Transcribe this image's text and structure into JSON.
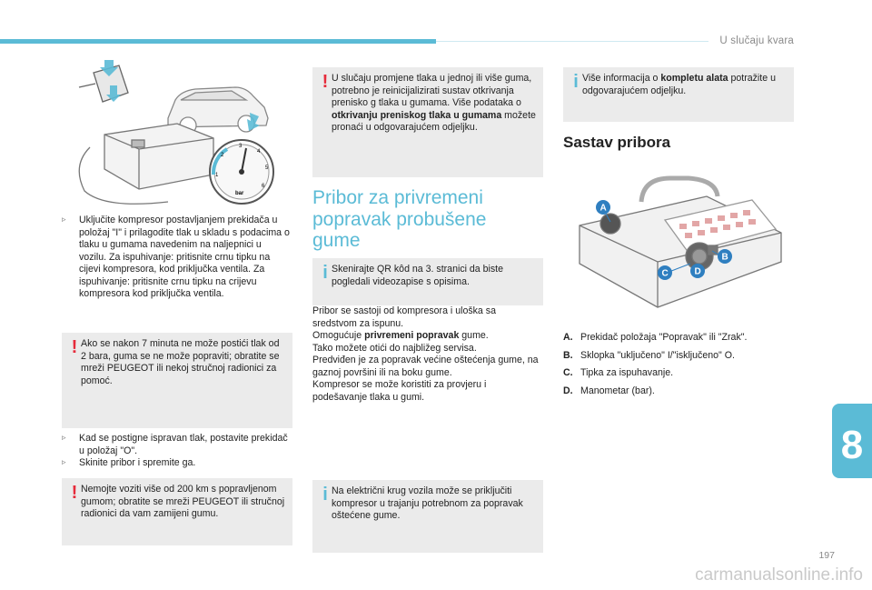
{
  "header": {
    "section_title": "U slučaju kvara"
  },
  "chapter": {
    "number": "8"
  },
  "footer": {
    "page_number": "197",
    "watermark": "carmanualsonline.info"
  },
  "left": {
    "figure": {
      "gauge_unit": "bar",
      "gauge_ticks": [
        "1",
        "2",
        "3",
        "4",
        "5",
        "6"
      ]
    },
    "bullets1": [
      "Uključite kompresor postavljanjem prekidača u položaj \"I\" i prilagodite tlak u skladu s podacima o tlaku u gumama navedenim na naljepnici u vozilu. Za ispuhivanje: pritisnite crnu tipku na cijevi kompresora, kod priključka ventila. Za ispuhivanje: pritisnite crnu tipku na crijevu kompresora kod priključka ventila."
    ],
    "warning1": "Ako se nakon 7 minuta ne može postići tlak od 2 bara, guma se ne može popraviti; obratite se mreži PEUGEOT ili nekoj stručnoj radionici za pomoć.",
    "bullets2": [
      "Kad se postigne ispravan tlak, postavite prekidač u položaj \"O\".",
      "Skinite pribor i spremite ga."
    ],
    "warning2": "Nemojte voziti više od 200 km s popravljenom gumom; obratite se mreži PEUGEOT ili stručnoj radionici da vam zamijeni gumu."
  },
  "middle": {
    "warning_intro": "U slučaju promjene tlaka u jednoj ili više guma, potrebno je reinicijalizirati sustav otkrivanja prenisko g tlaka u gumama. Više podataka o ",
    "warning_bold": "otkrivanju preniskog tlaka u gumama",
    "warning_outro": " možete pronaći u odgovarajućem odjeljku.",
    "heading_lines": [
      "Pribor za privremeni",
      "popravak probušene",
      "gume"
    ],
    "info_qr": "Skenirajte QR kôd na 3. stranici da biste pogledali videozapise s opisima.",
    "body_lines": [
      "Pribor se sastoji od kompresora i uloška sa sredstvom za ispunu.",
      "Omogućuje ",
      "privremeni popravak",
      " gume.",
      "Tako možete otići do najbližeg servisa.",
      "Predviđen je za popravak većine oštećenja gume, na gaznoj površini ili na boku gume.",
      "Kompresor se može koristiti za provjeru i podešavanje tlaka u gumi."
    ],
    "info_power": "Na električni krug vozila može se priključiti kompresor u trajanju potrebnom za popravak oštećene gume."
  },
  "right": {
    "info_pre": "Više informacija o ",
    "info_bold": "kompletu alata",
    "info_post": " potražite u odgovarajućem odjeljku.",
    "heading": "Sastav pribora",
    "figure_labels": [
      "A",
      "B",
      "C",
      "D"
    ],
    "legend": [
      {
        "key": "A.",
        "text": "Prekidač položaja \"Popravak\" ili \"Zrak\"."
      },
      {
        "key": "B.",
        "text": "Sklopka \"uključeno\" I/\"isključeno\" O."
      },
      {
        "key": "C.",
        "text": "Tipka za ispuhavanje."
      },
      {
        "key": "D.",
        "text": "Manometar (bar)."
      }
    ]
  },
  "colors": {
    "accent": "#5bbbd6",
    "warning": "#e62b3b",
    "note_bg": "#ebebeb",
    "label_blue": "#2f7fc0"
  }
}
